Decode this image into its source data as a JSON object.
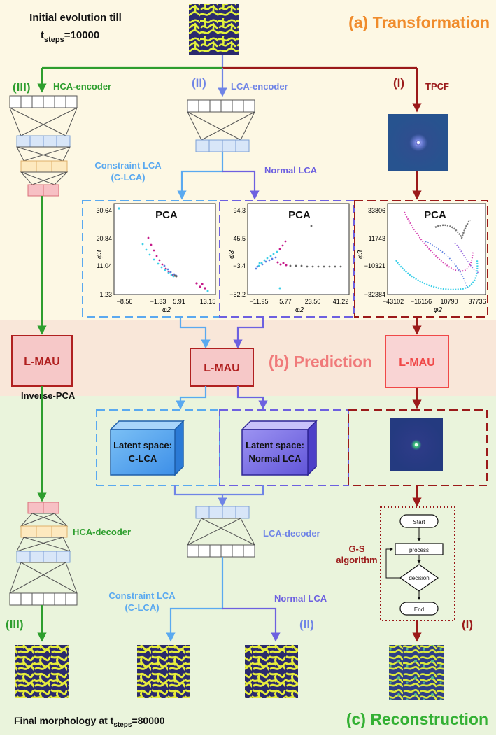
{
  "header": {
    "initial_line1": "Initial evolution till",
    "initial_line2_main": "t",
    "initial_line2_sub": "steps",
    "initial_line2_value": "=10000"
  },
  "sections": {
    "transformation": "(a) Transformation",
    "prediction": "(b) Prediction",
    "reconstruction": "(c) Reconstruction"
  },
  "branches": {
    "hca": {
      "numeral": "(III)",
      "encoder": "HCA-encoder",
      "decoder": "HCA-decoder"
    },
    "lca": {
      "numeral": "(II)",
      "encoder": "LCA-encoder",
      "decoder": "LCA-decoder"
    },
    "tpcf": {
      "numeral": "(I)",
      "label": "TPCF"
    }
  },
  "lca_split": {
    "constraint_line1": "Constraint LCA",
    "constraint_line2": "(C-LCA)",
    "normal": "Normal LCA"
  },
  "pca_panels": [
    {
      "title": "PCA",
      "ylabel": "φ3",
      "xlabel": "φ2",
      "yticks": [
        "30.64",
        "20.84",
        "11.04",
        "1.23"
      ],
      "xticks": [
        "−8.56",
        "−1.33",
        "5.91",
        "13.15"
      ]
    },
    {
      "title": "PCA",
      "ylabel": "φ3",
      "xlabel": "φ2",
      "yticks": [
        "94.3",
        "45.5",
        "−3.4",
        "−52.2"
      ],
      "xticks": [
        "−11.95",
        "5.77",
        "23.50",
        "41.22"
      ]
    },
    {
      "title": "PCA",
      "ylabel": "φ3",
      "xlabel": "φ2",
      "yticks": [
        "33806",
        "11743",
        "−10321",
        "−32384"
      ],
      "xticks": [
        "−43102",
        "−16156",
        "10790",
        "37736"
      ]
    }
  ],
  "lmau": {
    "label": "L-MAU"
  },
  "inverse_pca": "Inverse-PCA",
  "latent": {
    "c_lca_line1": "Latent space:",
    "c_lca_line2": "C-LCA",
    "normal_line1": "Latent space:",
    "normal_line2": "Normal LCA"
  },
  "gs": {
    "label_line1": "G-S",
    "label_line2": "algorithm",
    "start": "Start",
    "process": "process",
    "decision": "decision",
    "end": "End"
  },
  "bottom_split": {
    "constraint_line1": "Constraint LCA",
    "constraint_line2": "(C-LCA)",
    "normal": "Normal LCA"
  },
  "footer": {
    "final_text": "Final morphology at t",
    "final_sub": "steps",
    "final_value": "=80000"
  },
  "colors": {
    "transformation_bg": "#fdf8e4",
    "prediction_bg": "#f9e7d9",
    "reconstruction_bg": "#eaf4dc",
    "green": "#2e9e2e",
    "lca_blue": "#6f84e6",
    "light_blue": "#5aa9f0",
    "purple": "#6d60e0",
    "dark_red": "#9b1a1a",
    "orange": "#f08c2c",
    "prediction_pink": "#f07a7a",
    "green_title": "#33b033"
  },
  "icons": [
    "morphology-pattern",
    "tpcf-map",
    "encoder-network",
    "decoder-network",
    "latent-cube",
    "flowchart"
  ]
}
